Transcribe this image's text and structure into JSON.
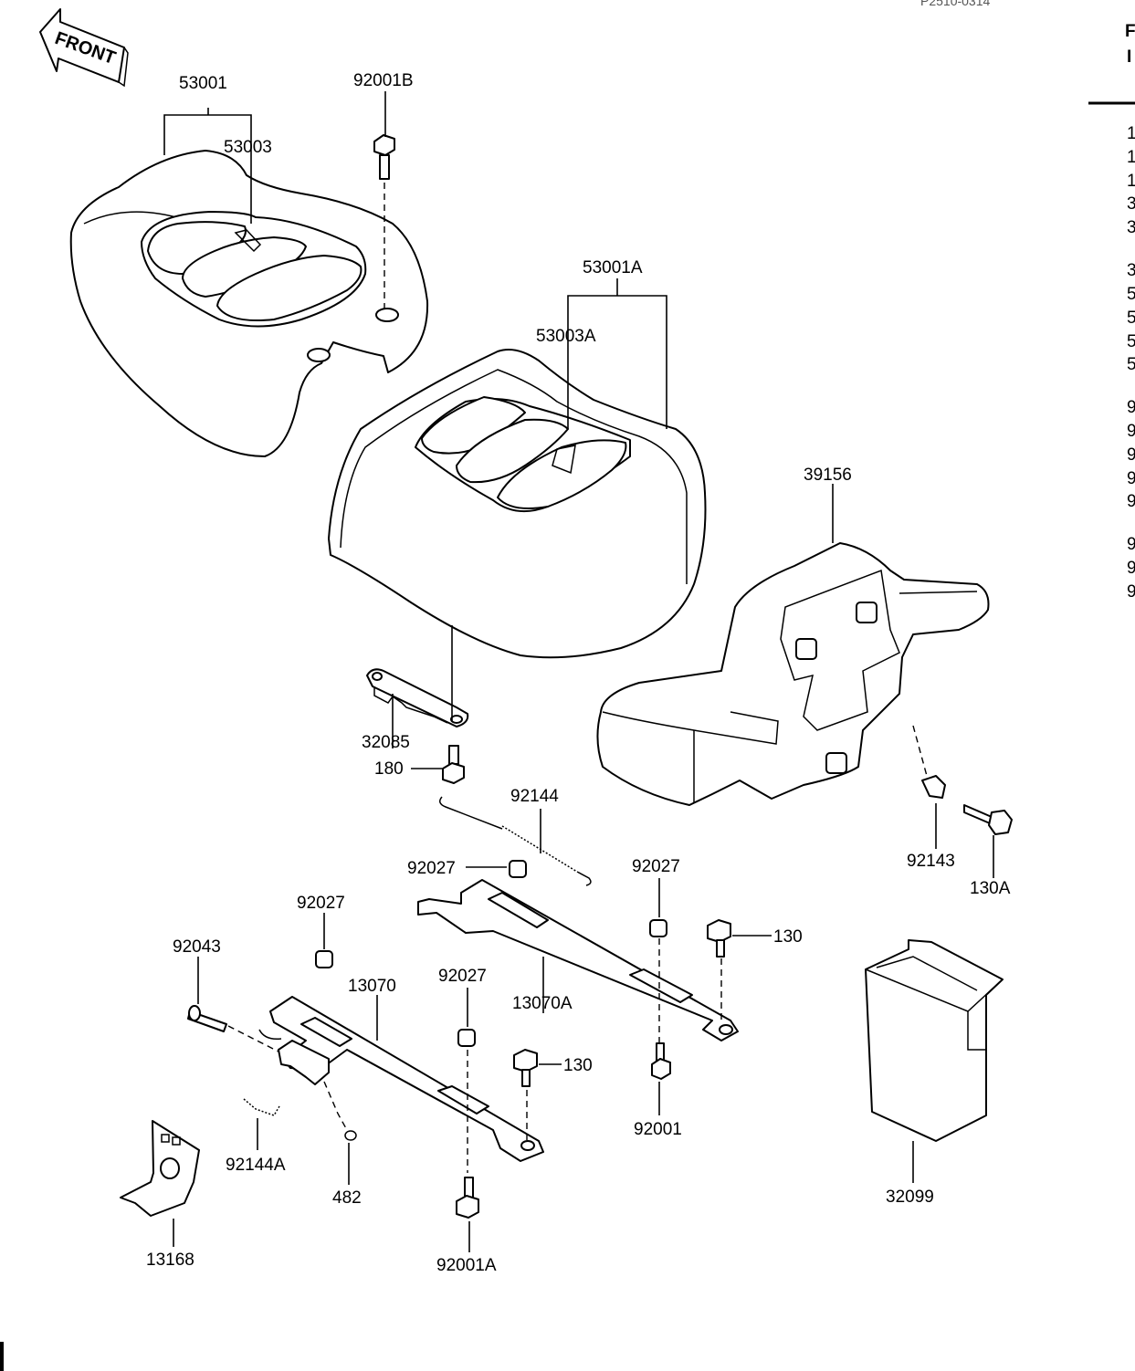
{
  "figure_code": "P2510-0314",
  "front_label": "FRONT",
  "labels": {
    "53001": "53001",
    "92001B": "92001B",
    "53003": "53003",
    "53001A": "53001A",
    "53003A": "53003A",
    "39156": "39156",
    "32085": "32085",
    "180": "180",
    "92144": "92144",
    "92027a": "92027",
    "92027b": "92027",
    "92027c": "92027",
    "92027d": "92027",
    "92143": "92143",
    "130A": "130A",
    "130a": "130",
    "130b": "130",
    "92043": "92043",
    "13070": "13070",
    "13070A": "13070A",
    "92001": "92001",
    "92144A": "92144A",
    "482": "482",
    "32099": "32099",
    "13168": "13168",
    "92001A": "92001A"
  },
  "right_column_glyphs": [
    "1",
    "1",
    "1",
    "3",
    "3",
    "3",
    "5",
    "5",
    "5",
    "5",
    "9",
    "9",
    "9",
    "9",
    "9",
    "9",
    "9",
    "9"
  ],
  "right_header": [
    "F",
    "I"
  ]
}
